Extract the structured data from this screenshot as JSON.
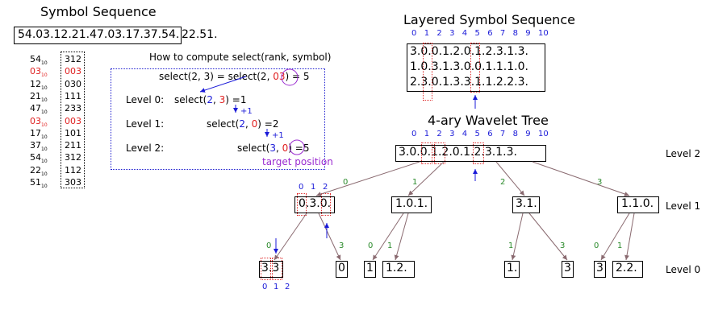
{
  "left": {
    "title": "Symbol Sequence",
    "sequence_boxed": "54.03.12.21.47.03.17.37.54.",
    "sequence_rest": "22.51.",
    "table": [
      {
        "sym": "54",
        "sub": "10",
        "code": "312",
        "red": false
      },
      {
        "sym": "03",
        "sub": "10",
        "code": "003",
        "red": true
      },
      {
        "sym": "12",
        "sub": "10",
        "code": "030",
        "red": false
      },
      {
        "sym": "21",
        "sub": "10",
        "code": "111",
        "red": false
      },
      {
        "sym": "47",
        "sub": "10",
        "code": "233",
        "red": false
      },
      {
        "sym": "03",
        "sub": "10",
        "code": "003",
        "red": true
      },
      {
        "sym": "17",
        "sub": "10",
        "code": "101",
        "red": false
      },
      {
        "sym": "37",
        "sub": "10",
        "code": "211",
        "red": false
      },
      {
        "sym": "54",
        "sub": "10",
        "code": "312",
        "red": false
      },
      {
        "sym": "22",
        "sub": "10",
        "code": "112",
        "red": false
      },
      {
        "sym": "51",
        "sub": "10",
        "code": "303",
        "red": false
      }
    ]
  },
  "howto": {
    "title": "How to compute select(rank, symbol)",
    "main_left": "select(2, 3) = select(2, ",
    "main_sym": "03",
    "main_right": ") = 5",
    "rows": [
      {
        "label": "Level 0:",
        "pre": "select(",
        "a": "2",
        "sep": ", ",
        "b": "3",
        "post": ") =1",
        "step": "+1"
      },
      {
        "label": "Level 1:",
        "pre": "select(",
        "a": "2",
        "sep": ", ",
        "b": "0",
        "post": ") =2",
        "step": "+1"
      },
      {
        "label": "Level 2:",
        "pre": "select(",
        "a": "3",
        "sep": ", ",
        "b": "0",
        "post": ") =5",
        "step": ""
      }
    ],
    "target": "target position"
  },
  "layered": {
    "title": "Layered Symbol Sequence",
    "indices": [
      "0",
      "1",
      "2",
      "3",
      "4",
      "5",
      "6",
      "7",
      "8",
      "9",
      "10"
    ],
    "rows": [
      "3.0.0.1.2.0.1.2.3.1.3.",
      "1.0.3.1.3.0.0.1.1.1.0.",
      "2.3.0.1.3.3.1.1.2.2.3."
    ]
  },
  "tree": {
    "title": "4-ary Wavelet Tree",
    "indices": [
      "0",
      "1",
      "2",
      "3",
      "4",
      "5",
      "6",
      "7",
      "8",
      "9",
      "10"
    ],
    "root": "3.0.0.1.2.0.1.2.3.1.3.",
    "level1": [
      "0.3.0.",
      "1.0.1.",
      "3.1.",
      "1.1.0."
    ],
    "level1_indices": [
      "0",
      "1",
      "2"
    ],
    "level0": [
      "3.3",
      "0",
      "1",
      "1.2.",
      "1.",
      "3",
      "3",
      "2.2."
    ],
    "level0_indices": [
      "0",
      "1",
      "2"
    ],
    "edge_labels_top": [
      "0",
      "1",
      "2",
      "3"
    ],
    "edge_labels_bottom": [
      "0",
      "3",
      "0",
      "1",
      "1",
      "3",
      "0",
      "1"
    ],
    "level_labels": [
      "Level 2",
      "Level 1",
      "Level 0"
    ]
  },
  "colors": {
    "blue": "#1a1ad8",
    "red": "#e02020",
    "green": "#2a8a2a",
    "purple": "#9a2ad0",
    "edge": "#8a6a70"
  }
}
